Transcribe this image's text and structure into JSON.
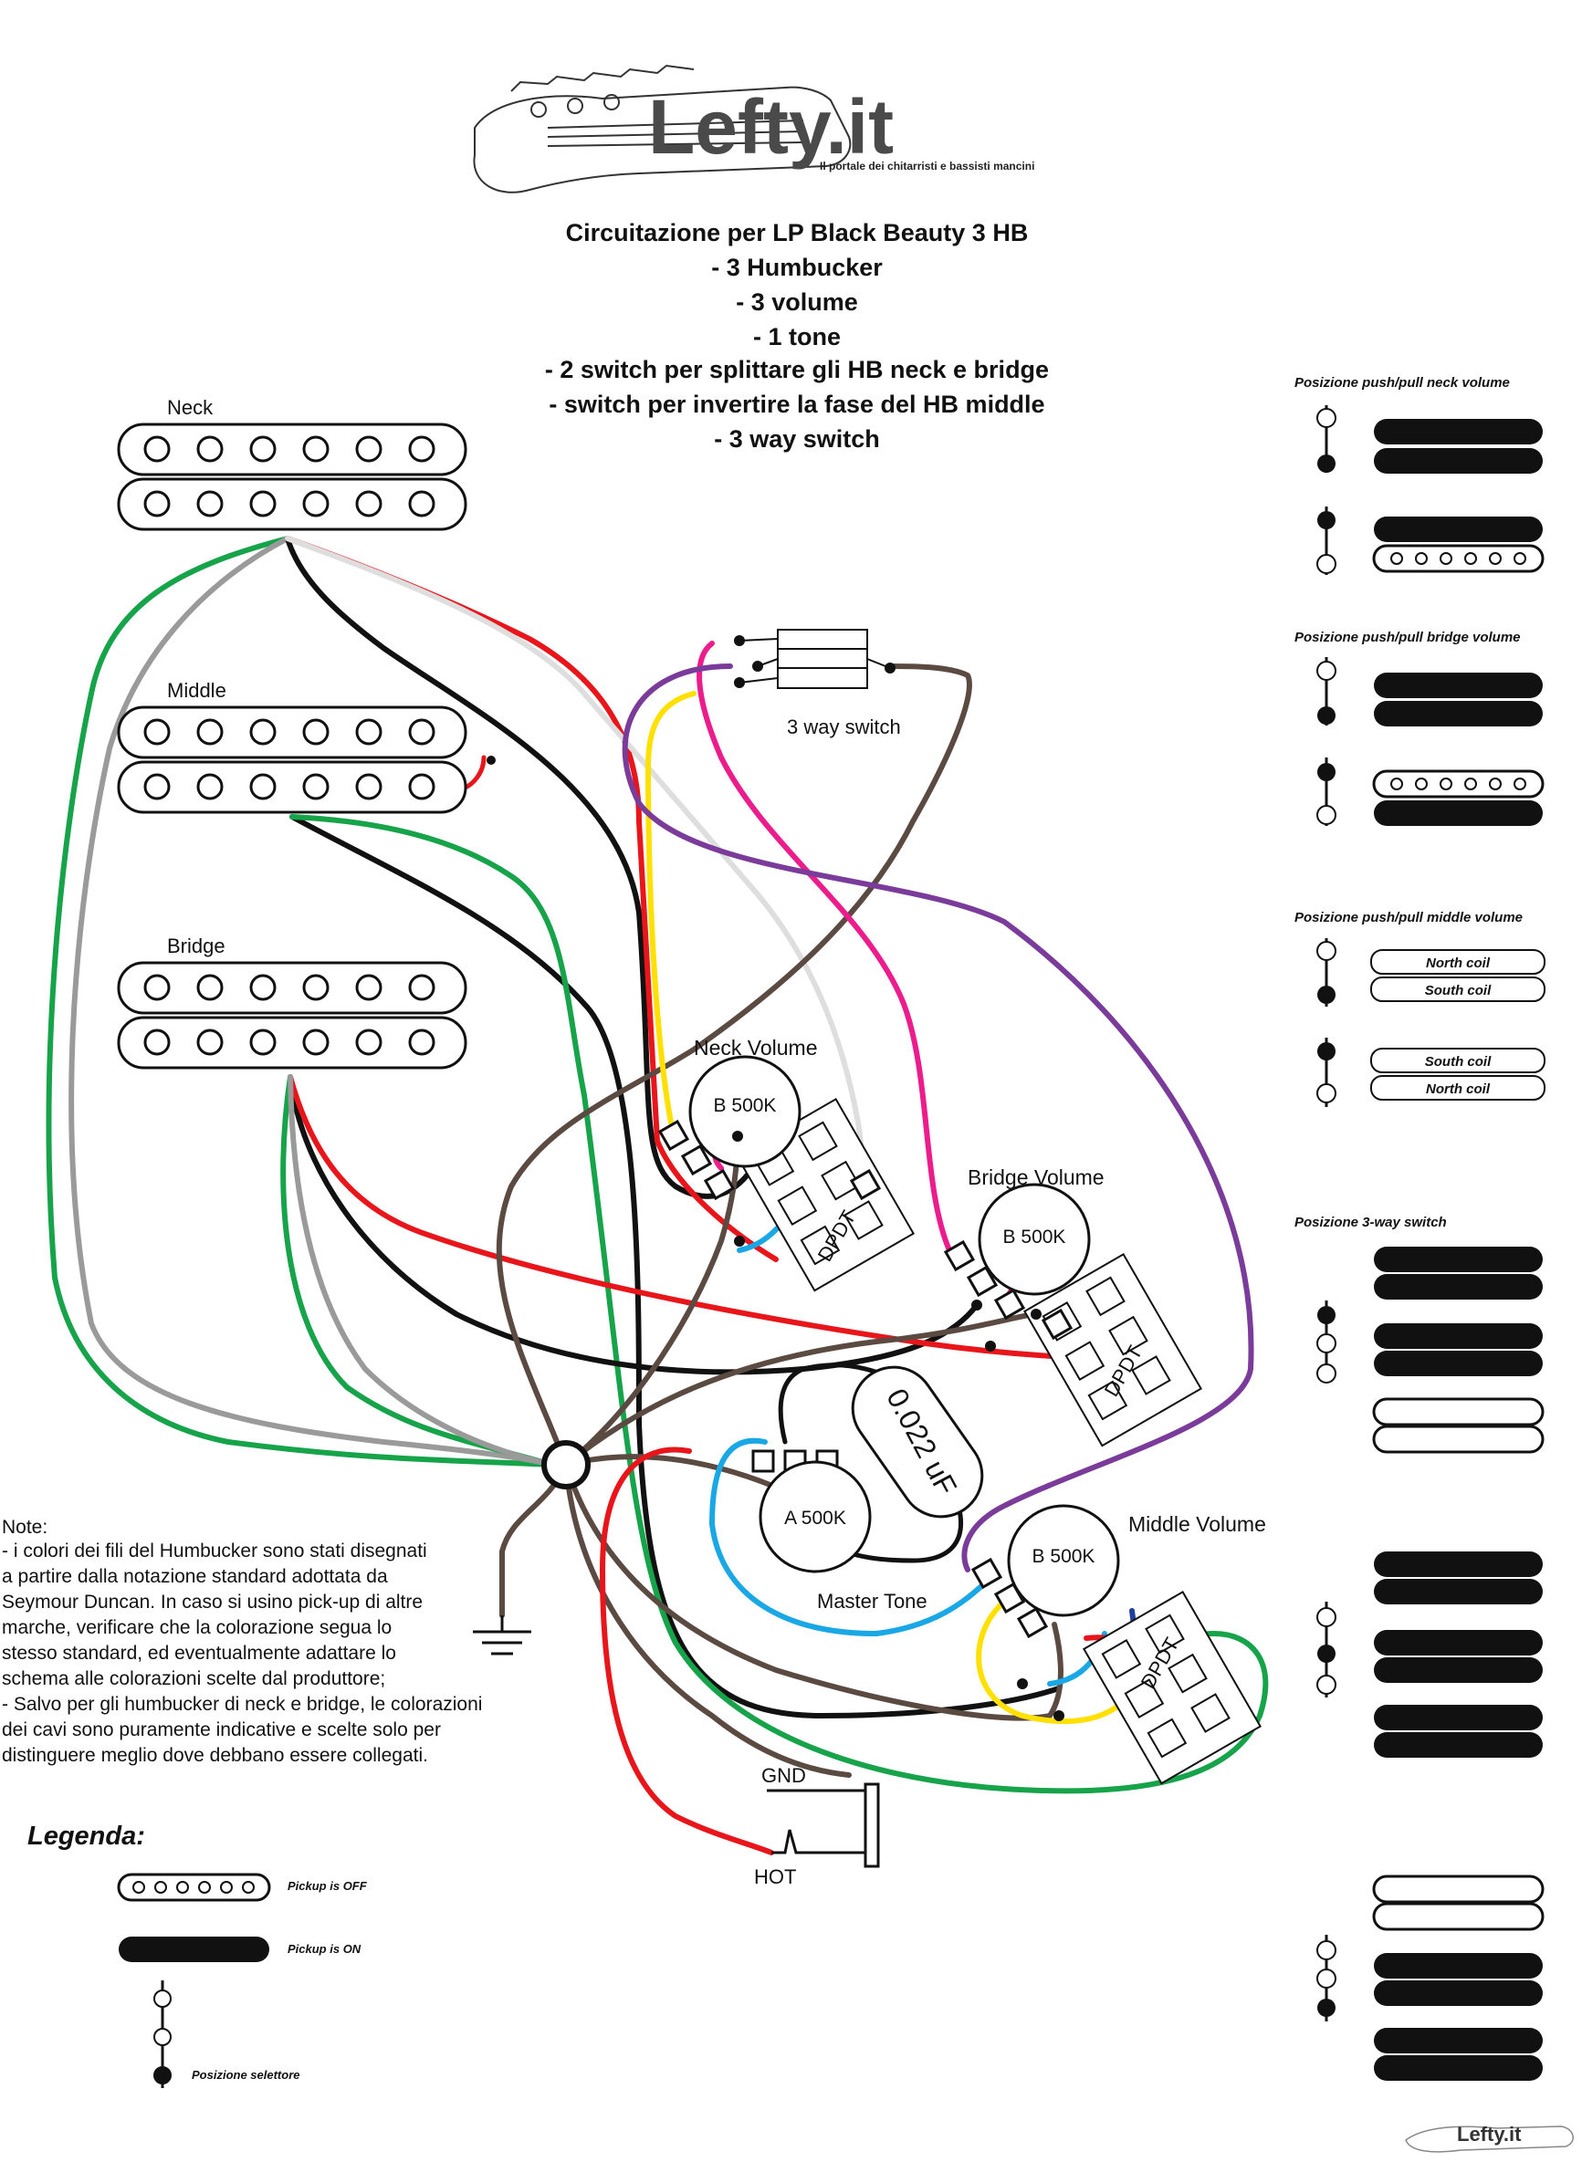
{
  "logo": {
    "brand": "Lefty.it",
    "tagline": "Il portale dei chitarristi e bassisti mancini",
    "footer_brand": "Lefty.it"
  },
  "title": {
    "heading": "Circuitazione per LP Black Beauty 3 HB",
    "lines": [
      "- 3 Humbucker",
      "- 3 volume",
      "- 1 tone",
      "- 2 switch per splittare gli HB neck e bridge",
      "- switch per invertire la fase del HB middle",
      "- 3 way switch"
    ]
  },
  "pickups": {
    "neck": "Neck",
    "middle": "Middle",
    "bridge": "Bridge"
  },
  "switch3": {
    "label": "3 way switch"
  },
  "pots": {
    "neck_volume": {
      "label": "Neck Volume",
      "value": "B 500K",
      "dpdt": "DPDT"
    },
    "bridge_volume": {
      "label": "Bridge Volume",
      "value": "B 500K",
      "dpdt": "DPDT"
    },
    "middle_volume": {
      "label": "Middle Volume",
      "value": "B 500K",
      "dpdt": "DPDT"
    },
    "master_tone": {
      "label": "Master Tone",
      "value": "A 500K"
    }
  },
  "capacitor": {
    "value": "0.022 uF"
  },
  "jack": {
    "gnd": "GND",
    "hot": "HOT"
  },
  "notes": {
    "heading": "Note:",
    "lines": [
      "- i colori dei fili del Humbucker sono stati disegnati",
      "a partire dalla notazione standard adottata da",
      "Seymour Duncan. In caso si usino pick-up di altre",
      "marche, verificare che la colorazione segua lo",
      "stesso standard, ed eventualmente adattare lo",
      "schema alle colorazioni scelte dal produttore;",
      "- Salvo per gli humbucker di neck e bridge, le colorazioni",
      "dei cavi sono puramente indicative e scelte solo per",
      "distinguere meglio dove debbano essere collegati."
    ]
  },
  "legend": {
    "title": "Legenda:",
    "off": "Pickup is OFF",
    "on": "Pickup is ON",
    "selector": "Posizione selettore"
  },
  "side": {
    "neck_title": "Posizione push/pull  neck volume",
    "bridge_title": "Posizione push/pull bridge volume",
    "middle_title": "Posizione push/pull middle volume",
    "way3_title": "Posizione 3-way switch",
    "north": "North coil",
    "south": "South coil"
  },
  "colors": {
    "black": "#111111",
    "red": "#e8161b",
    "green": "#16a34a",
    "gray": "#9a9a9a",
    "white_wire": "#dedede",
    "brown": "#5b4a42",
    "yellow": "#ffe000",
    "magenta": "#ec1c8c",
    "purple": "#7a3b9a",
    "cyan": "#1aa7e6",
    "blue": "#1e3f9e"
  }
}
